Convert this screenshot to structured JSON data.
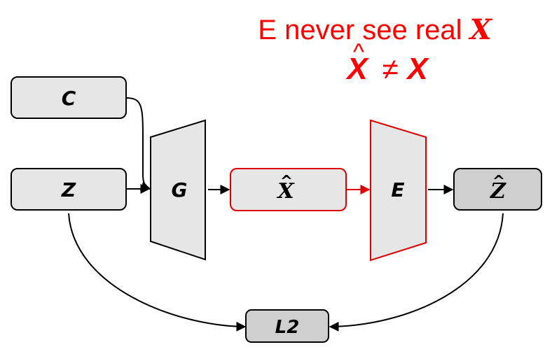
{
  "caption": {
    "line1_text": "E never see real ",
    "line1_symbol": "X",
    "line2_lhs": "X",
    "line2_lhs_accent": "^",
    "line2_op": "≠",
    "line2_rhs": "X",
    "color": "#ff0000"
  },
  "nodes": {
    "c": {
      "label": "C"
    },
    "z": {
      "label": "Z"
    },
    "g": {
      "label": "G"
    },
    "x_hat": {
      "label": "X",
      "accent": "^"
    },
    "e": {
      "label": "E"
    },
    "z_hat": {
      "label": "Z",
      "accent": "^"
    },
    "l2": {
      "label": "L2"
    }
  },
  "colors": {
    "box_fill": "#e6e6e6",
    "box_fill_dark": "#cfcfcf",
    "stroke": "#000000",
    "highlight": "#e00000"
  }
}
